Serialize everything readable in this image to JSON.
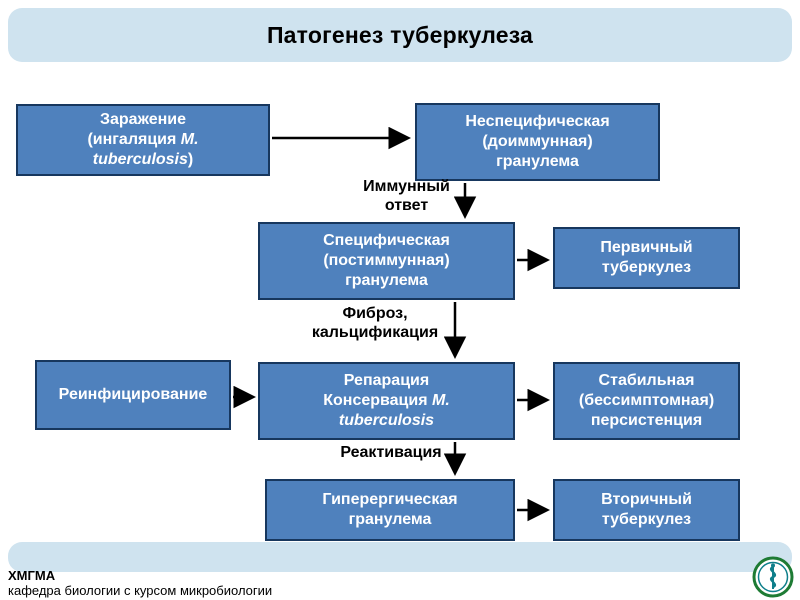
{
  "slide": {
    "title": "Патогенез туберкулеза",
    "footer": {
      "line1": "ХМГМА",
      "line2": "кафедра биологии с курсом микробиологии"
    }
  },
  "colors": {
    "box_fill": "#4f81bd",
    "box_border": "#17375e",
    "band": "#cfe3ef",
    "arrow": "#000000",
    "title_text": "#000000",
    "logo_ring": "#1e7b34",
    "logo_glyph": "#0f7f8b"
  },
  "boxes": {
    "infection": {
      "line1": "Заражение",
      "line2_pre": "(ингаляция ",
      "line2_italic": "M. tuberculosis",
      "line2_post": ")"
    },
    "nonspecific": {
      "lines": [
        "Неспецифическая",
        "(доиммунная)",
        "гранулема"
      ]
    },
    "specific": {
      "lines": [
        "Специфическая",
        "(постиммунная)",
        "гранулема"
      ]
    },
    "primary": {
      "lines": [
        "Первичный",
        "туберкулез"
      ]
    },
    "reinfection": {
      "text": "Реинфицирование"
    },
    "reparation": {
      "line1": "Репарация",
      "line2_pre": "Консервация ",
      "line2_italic": "M. tuberculosis"
    },
    "stable": {
      "lines": [
        "Стабильная",
        "(бессимптомная)",
        "персистенция"
      ]
    },
    "hyperergic": {
      "lines": [
        "Гиперергическая",
        "гранулема"
      ]
    },
    "secondary": {
      "lines": [
        "Вторичный",
        "туберкулез"
      ]
    }
  },
  "labels": {
    "immune_response": "Иммунный ответ",
    "fibrosis": "Фиброз, кальцификация",
    "reactivation": "Реактивация"
  }
}
